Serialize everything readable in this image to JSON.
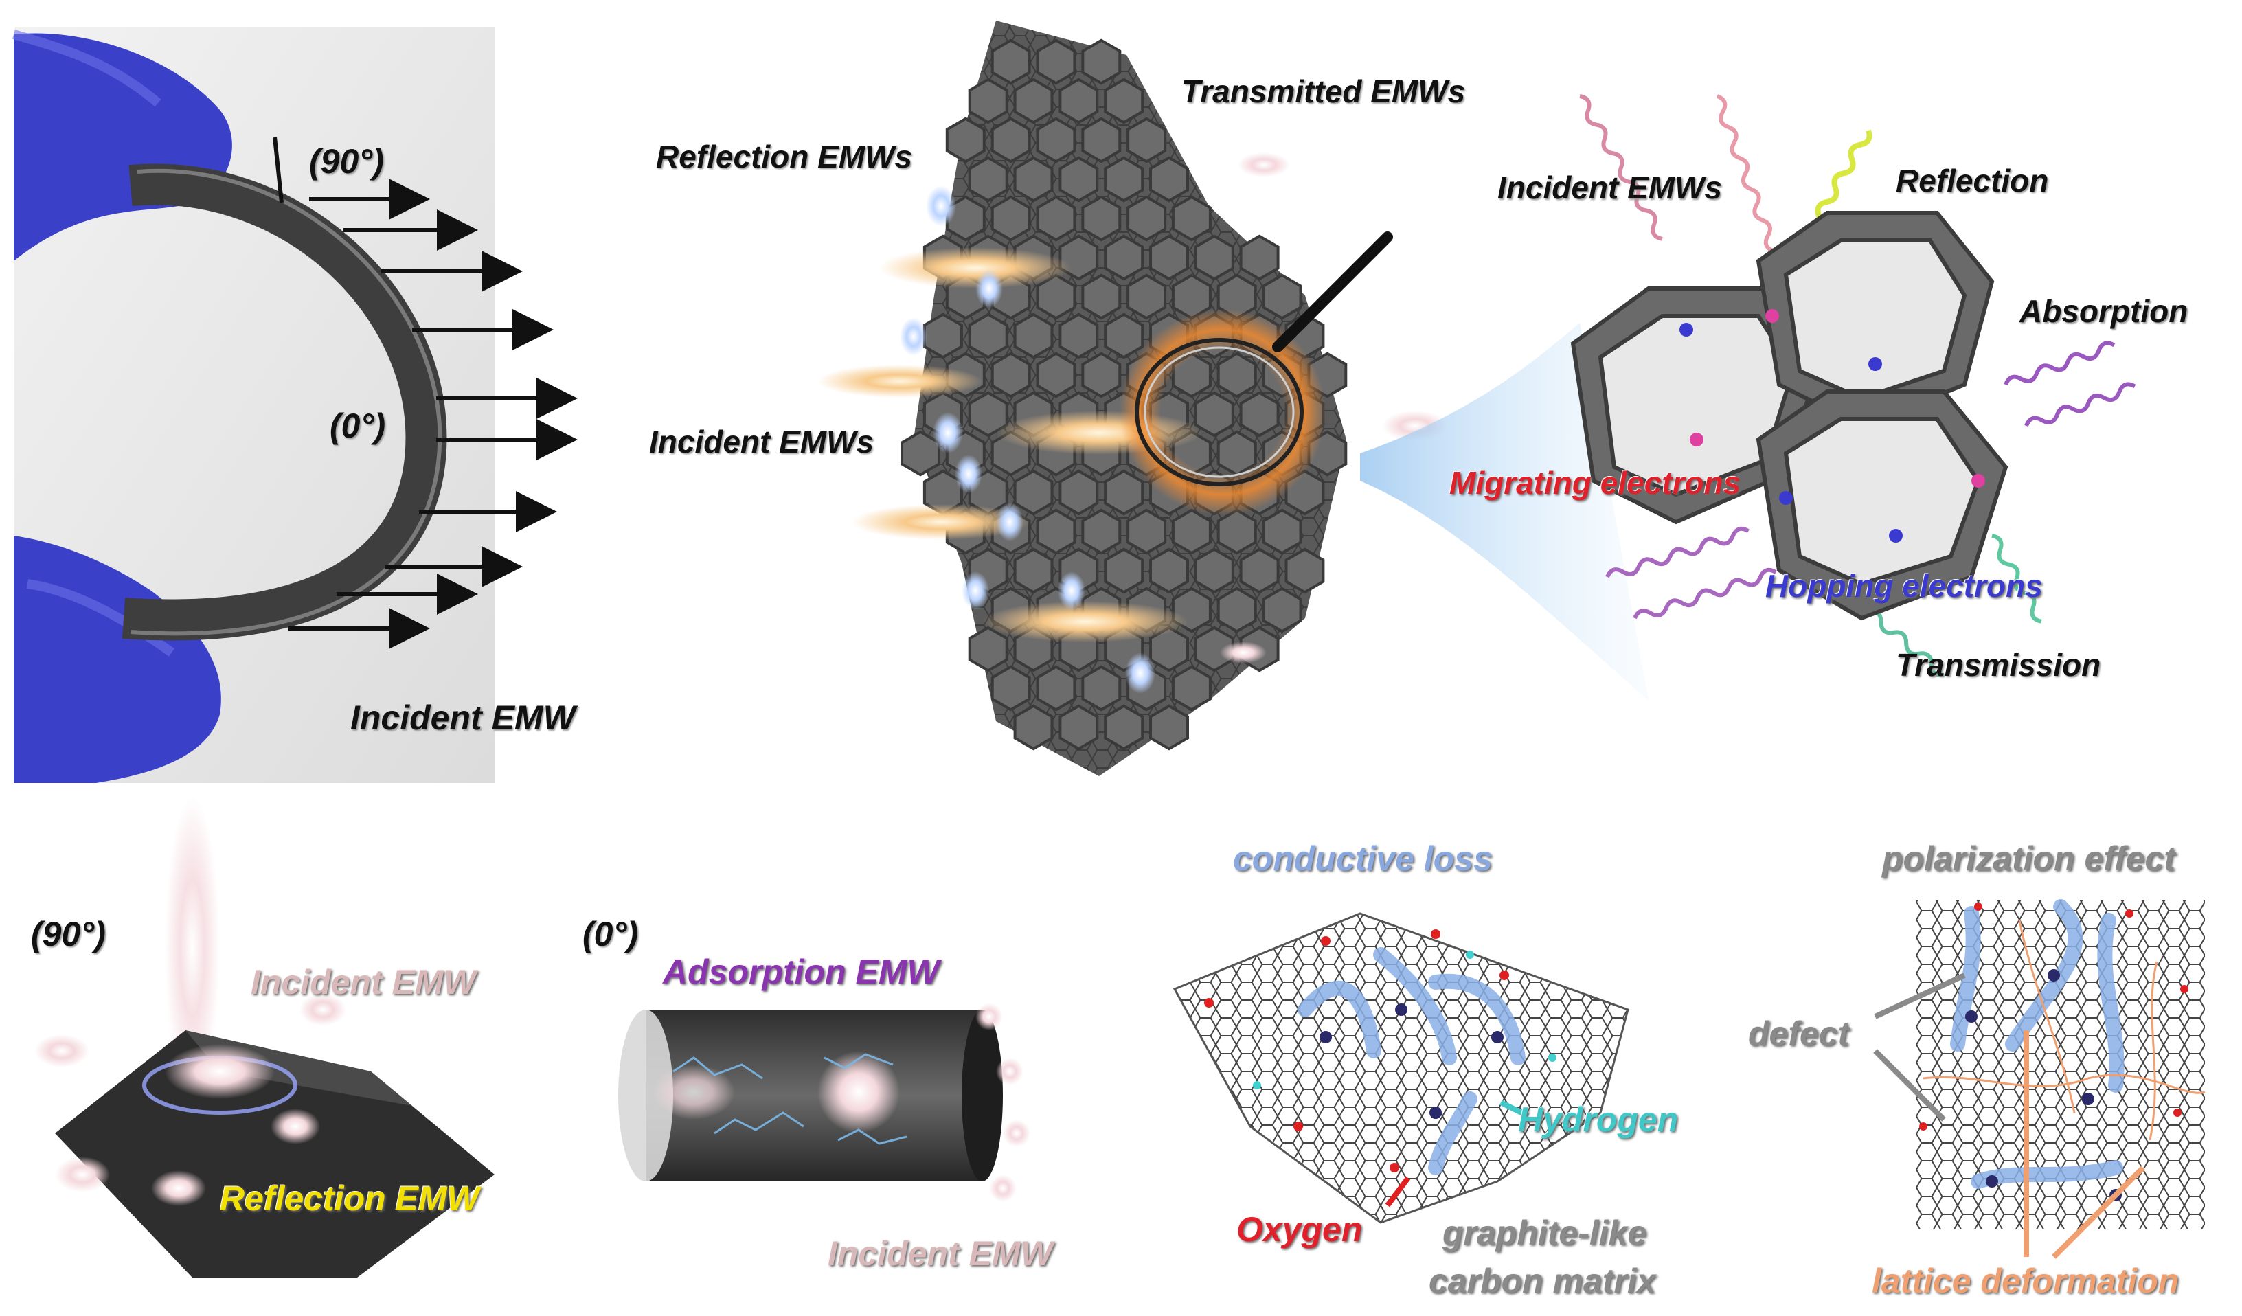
{
  "colors": {
    "glove": "#3b40c8",
    "sheet": "#4a4a4a",
    "honeycomb": "#5a5a5a",
    "red_label": "#e0202a",
    "blue_label": "#3a3ad0",
    "yellow_label": "#f2e000",
    "purple_label": "#8a34b0",
    "pink_label": "#d8b8b8",
    "cyan_label": "#40c8c8",
    "lightblue_label": "#8aa8e0",
    "gray_label": "#8a8a8a",
    "orange_label": "#f0a070"
  },
  "panel_photo": {
    "angle_90": "(90°)",
    "angle_0": "(0°)",
    "incident": "Incident EMW"
  },
  "panel_honeycomb": {
    "transmitted": "Transmitted EMWs",
    "reflection": "Reflection EMWs",
    "incident": "Incident EMWs"
  },
  "panel_cells": {
    "incident": "Incident EMWs",
    "reflection": "Reflection",
    "absorption": "Absorption",
    "migrating": "Migrating electrons",
    "hopping": "Hopping electrons",
    "transmission": "Transmission"
  },
  "panel_90": {
    "angle": "(90°)",
    "incident": "Incident EMW",
    "reflection": "Reflection EMW"
  },
  "panel_0": {
    "angle": "(0°)",
    "adsorption": "Adsorption EMW",
    "incident": "Incident EMW"
  },
  "panel_conductive": {
    "title": "conductive loss",
    "hydrogen": "Hydrogen",
    "oxygen": "Oxygen",
    "matrix_line1": "graphite-like",
    "matrix_line2": "carbon matrix"
  },
  "panel_polarization": {
    "title": "polarization effect",
    "defect": "defect",
    "lattice": "lattice deformation"
  }
}
